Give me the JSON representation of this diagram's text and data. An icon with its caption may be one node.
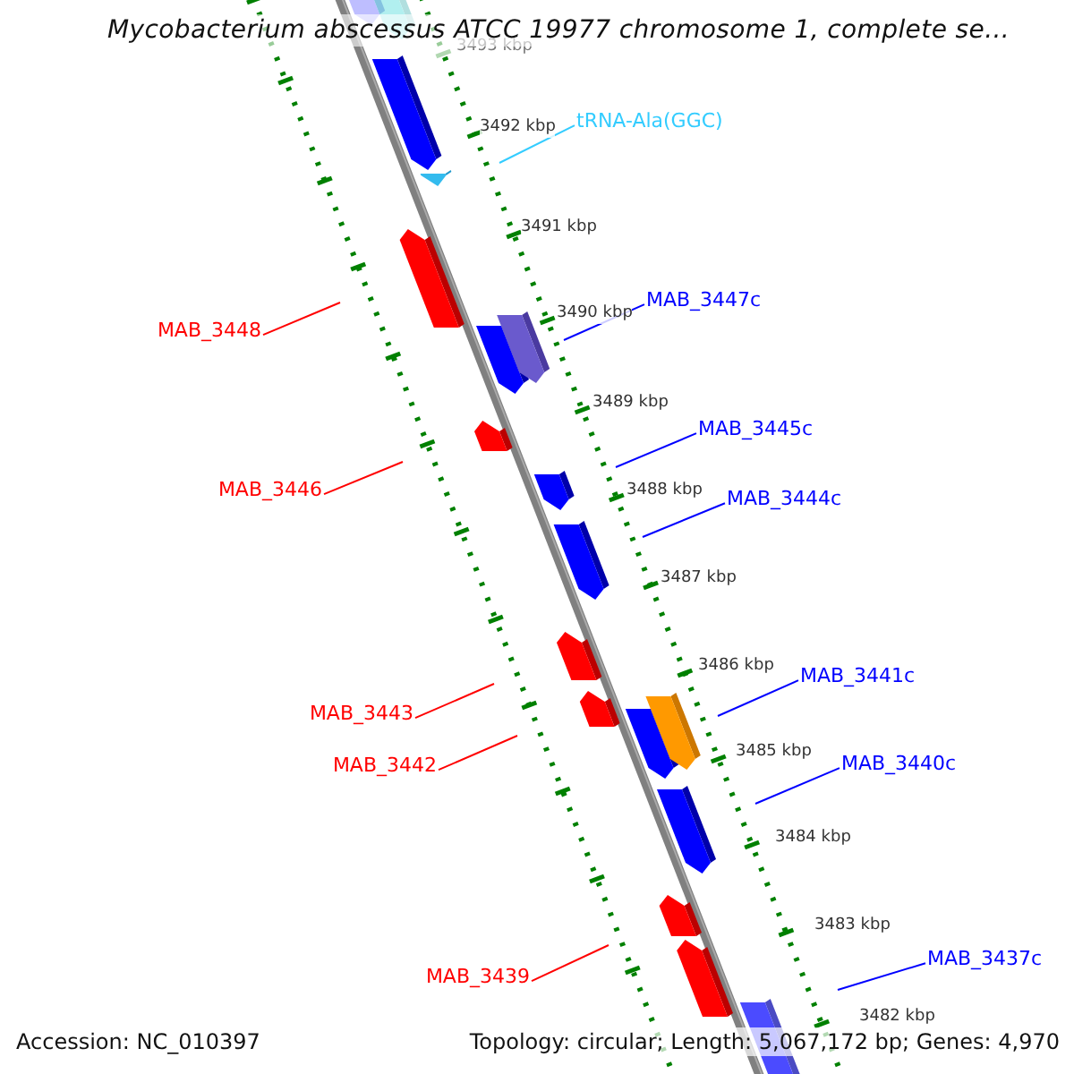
{
  "diagram": {
    "title": "Mycobacterium abscessus ATCC 19977 chromosome 1, complete se...",
    "nodes": [
      {
        "text": [
          "tRNA-Ala(GGC)"
        ]
      },
      {
        "text": [
          "MAB_3447c"
        ]
      },
      {
        "text": [
          "MAB_3448"
        ]
      },
      {
        "text": [
          "MAB_3445c"
        ]
      },
      {
        "text": [
          "MAB_3446"
        ]
      },
      {
        "text": [
          "MAB_3444c"
        ]
      },
      {
        "text": [
          "MAB_3443"
        ]
      },
      {
        "text": [
          "MAB_3441c"
        ]
      },
      {
        "text": [
          "MAB_3442"
        ]
      },
      {
        "text": [
          "MAB_3440c"
        ]
      },
      {
        "text": [
          "MAB_3439"
        ]
      },
      {
        "text": [
          "MAB_3437c"
        ]
      }
    ],
    "edges": [
      {
        "from": 0,
        "to": null,
        "arrow": "none",
        "color": "#33ccff"
      },
      {
        "from": 1,
        "to": null,
        "arrow": "none"
      },
      {
        "from": 2,
        "to": null,
        "arrow": "none",
        "color": "#ff0000"
      },
      {
        "from": 3,
        "to": null,
        "arrow": "none"
      },
      {
        "from": 4,
        "to": null,
        "arrow": "none",
        "color": "#ff0000"
      },
      {
        "from": 5,
        "to": null,
        "arrow": "none"
      },
      {
        "from": 6,
        "to": null,
        "arrow": "none",
        "color": "#ff0000"
      },
      {
        "from": 7,
        "to": null,
        "arrow": "none"
      },
      {
        "from": 8,
        "to": null,
        "arrow": "none",
        "color": "#ff0000"
      },
      {
        "from": 9,
        "to": null,
        "arrow": "none"
      },
      {
        "from": 10,
        "to": null,
        "arrow": "none",
        "color": "#ff0000"
      },
      {
        "from": 11,
        "to": null,
        "arrow": "none"
      }
    ],
    "labels": [
      "3493 kbp",
      "3492 kbp",
      "3491 kbp",
      "3490 kbp",
      "3489 kbp",
      "3488 kbp",
      "3487 kbp",
      "3486 kbp",
      "3485 kbp",
      "3484 kbp",
      "3483 kbp",
      "3482 kbp",
      "Accession: NC_010397",
      "Topology: circular; Length: 5,067,172 bp; Genes: 4,970"
    ]
  }
}
